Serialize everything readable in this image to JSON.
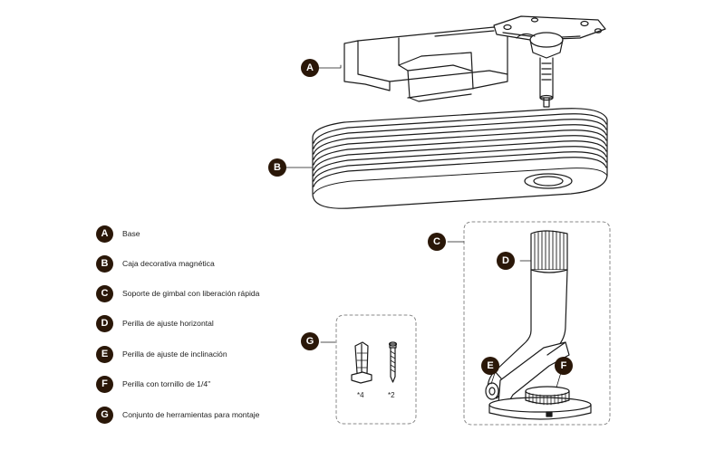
{
  "colors": {
    "badge": "#2a1708",
    "line": "#1a1a1a",
    "dashed_box": "#888888"
  },
  "legend": [
    {
      "letter": "A",
      "text": "Base"
    },
    {
      "letter": "B",
      "text": "Caja decorativa magnética"
    },
    {
      "letter": "C",
      "text": "Soporte de gimbal con liberación rápida"
    },
    {
      "letter": "D",
      "text": "Perilla de ajuste horizontal"
    },
    {
      "letter": "E",
      "text": "Perilla de ajuste de inclinación"
    },
    {
      "letter": "F",
      "text": "Perilla con tornillo de 1/4''"
    },
    {
      "letter": "G",
      "text": "Conjunto de herramientas para montaje"
    }
  ],
  "callouts": {
    "A": "A",
    "B": "B",
    "C": "C",
    "D": "D",
    "E": "E",
    "F": "F",
    "G": "G"
  },
  "quantities": {
    "anchor": "*4",
    "screw": "*2"
  }
}
